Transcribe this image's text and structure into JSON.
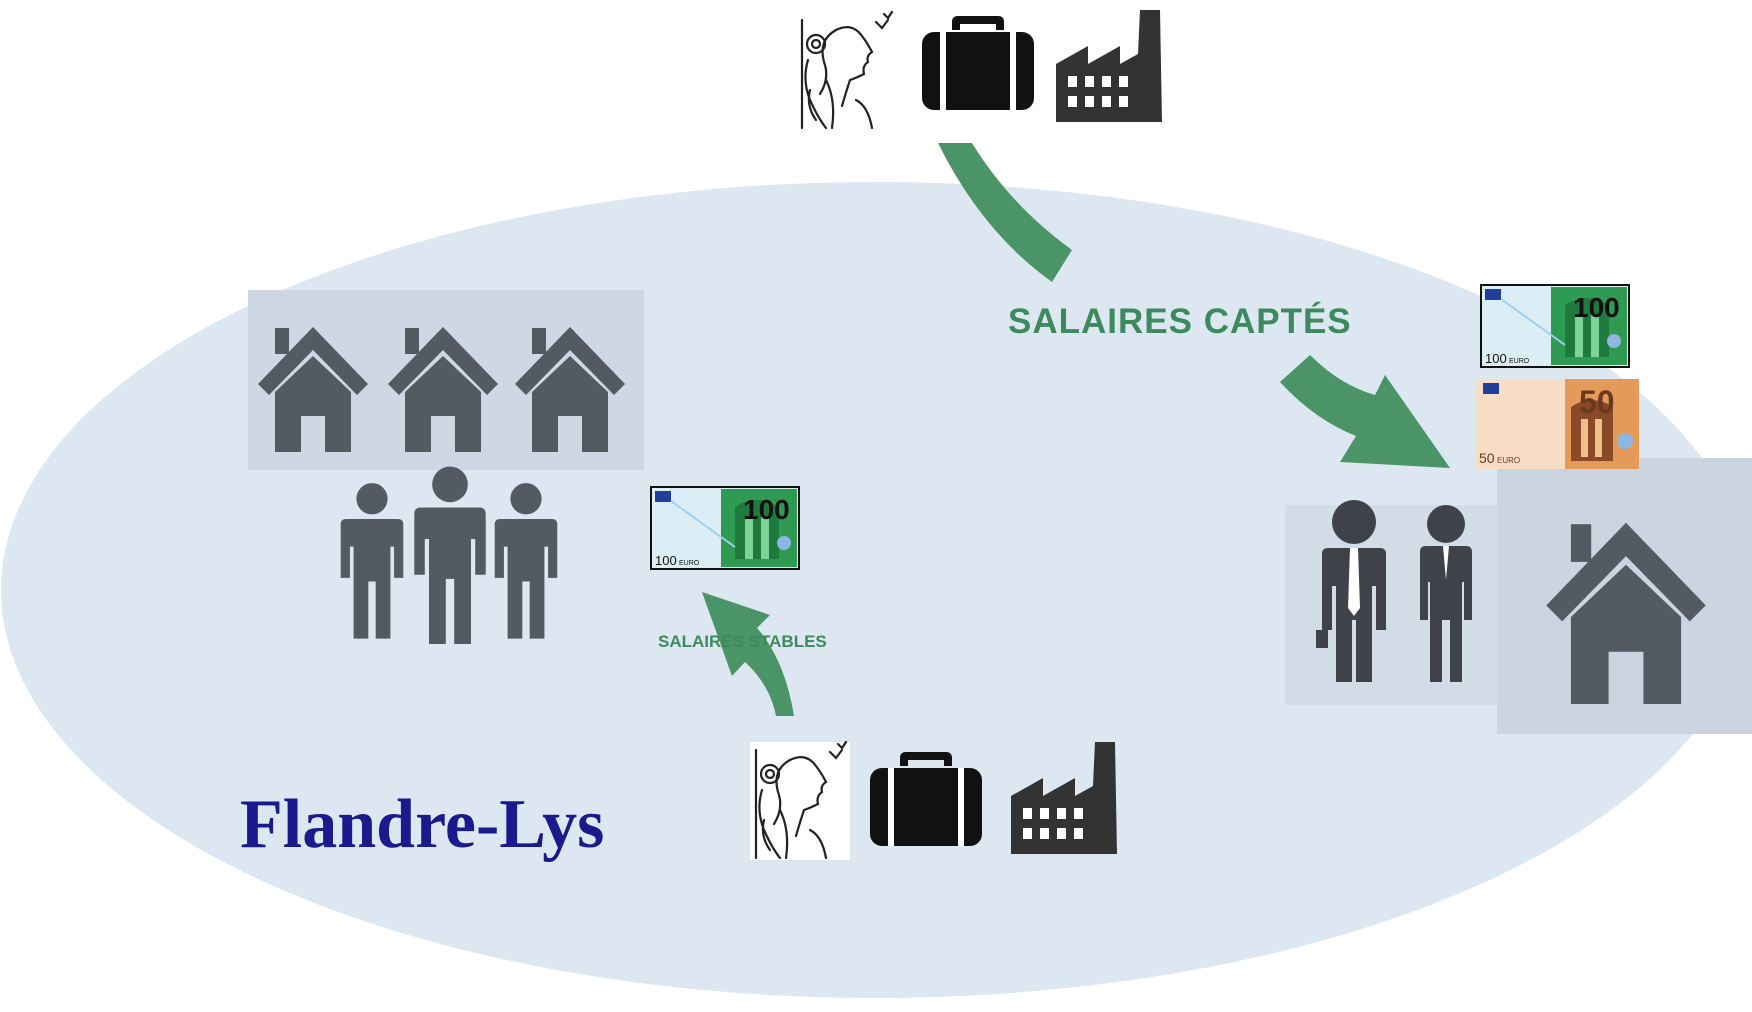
{
  "region": {
    "name": "Flandre-Lys"
  },
  "flows": {
    "captured_label": "SALAIRES CAPTÉS",
    "stable_label": "SALAIRES STABLES"
  },
  "banknotes": {
    "hundred_value": "100",
    "hundred_unit": "EURO",
    "fifty_value": "50",
    "fifty_unit": "EURO"
  },
  "colors": {
    "ellipse_fill": "#dde7f1",
    "arrow_green": "#4a9468",
    "icon_gray": "#545a61",
    "icon_black": "#111111",
    "label_blue": "#1a1a8c",
    "banknote_green": "#2e9a52",
    "banknote_orange": "#e39a5a"
  },
  "icons": [
    "marianne-icon",
    "briefcase-icon",
    "factory-icon",
    "house-icon",
    "person-icon",
    "businessman-icon",
    "businesswoman-icon",
    "banknote-100-icon",
    "banknote-50-icon"
  ]
}
